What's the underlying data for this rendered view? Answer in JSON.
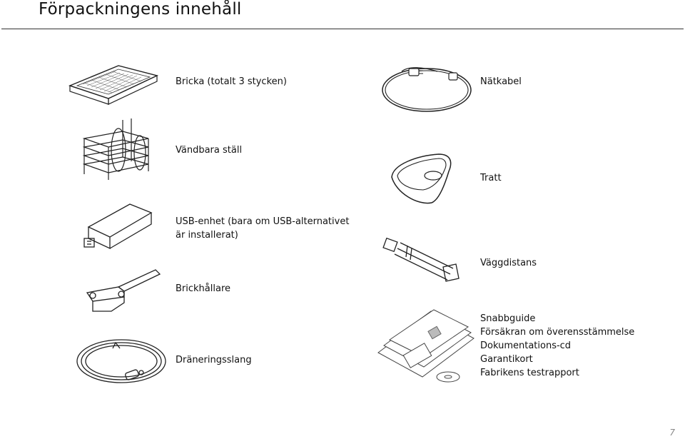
{
  "page": {
    "title": "Förpackningens innehåll",
    "page_number": "7"
  },
  "items": {
    "tray": "Bricka (totalt 3 stycken)",
    "power_cable": "Nätkabel",
    "reversible_rack": "Vändbara ställ",
    "funnel": "Tratt",
    "usb_unit_line1": "USB-enhet (bara om USB-alternativet",
    "usb_unit_line2": "är installerat)",
    "wall_spacer": "Väggdistans",
    "tray_holder": "Brickhållare",
    "drain_hose": "Dräneringsslang"
  },
  "documents": [
    "Snabbguide",
    "Försäkran om överensstämmelse",
    "Dokumentations-cd",
    "Garantikort",
    "Fabrikens testrapport"
  ]
}
